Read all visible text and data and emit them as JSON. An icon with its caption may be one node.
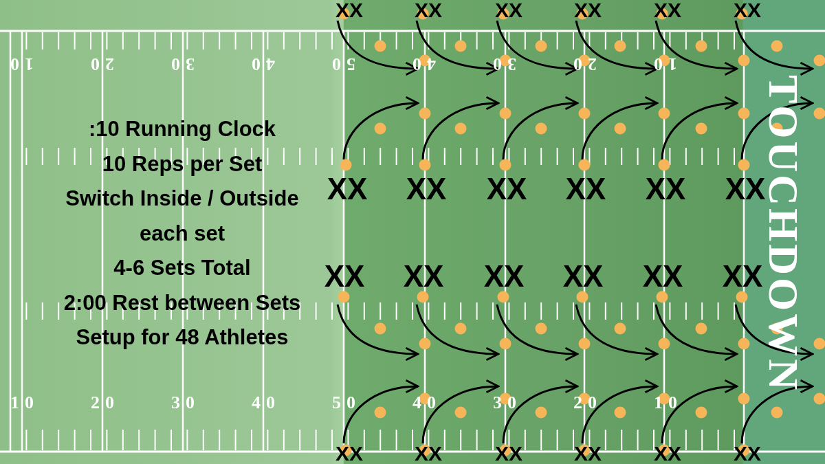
{
  "diagram": {
    "labels": [
      "XX",
      "XX",
      "XX",
      "XX",
      "XX",
      "XX",
      "10",
      "20",
      "30",
      "40",
      "50",
      "40",
      "30",
      "20",
      "10",
      "TOUCHDOWN",
      ":10 Running Clock",
      "10 Reps per Set",
      "Switch Inside / Outside each set",
      "4-6 Sets Total",
      "2:00 Rest between Sets",
      "Setup for 48 Athletes",
      "XX",
      "XX",
      "XX",
      "XX",
      "XX",
      "XX",
      "XX",
      "XX",
      "XX",
      "XX",
      "XX",
      "XX",
      "10",
      "20",
      "30",
      "40",
      "50",
      "40",
      "30",
      "20",
      "10",
      "XX",
      "XX",
      "XX",
      "XX",
      "XX",
      "XX"
    ]
  }
}
